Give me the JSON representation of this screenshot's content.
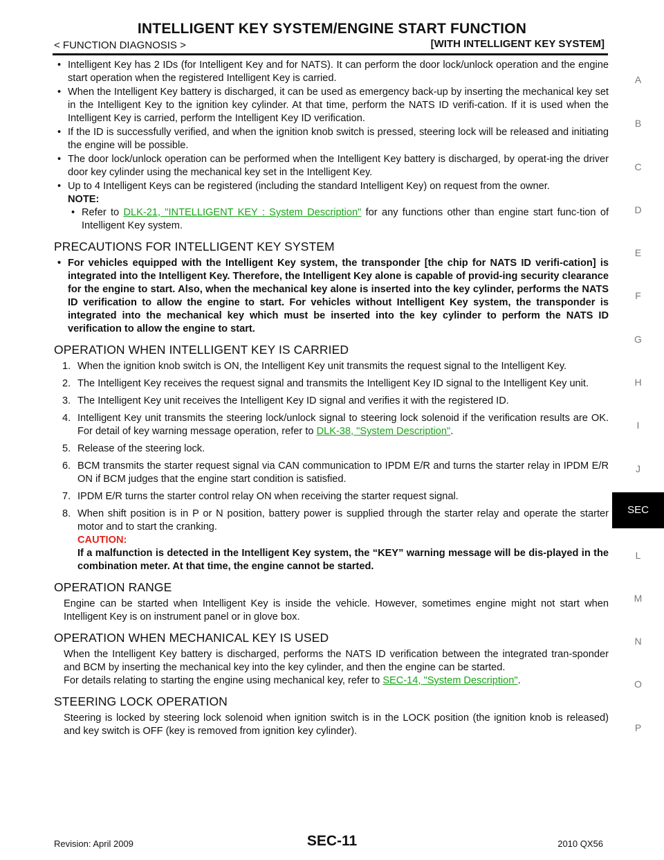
{
  "header": {
    "title": "INTELLIGENT KEY SYSTEM/ENGINE START FUNCTION",
    "left": "< FUNCTION DIAGNOSIS >",
    "right": "[WITH INTELLIGENT KEY SYSTEM]"
  },
  "side_index": {
    "letters": [
      "A",
      "B",
      "C",
      "D",
      "E",
      "F",
      "G",
      "H",
      "I",
      "J",
      "SEC",
      "L",
      "M",
      "N",
      "O",
      "P"
    ],
    "active": "SEC"
  },
  "intro": {
    "bullets": [
      "Intelligent Key has 2 IDs (for Intelligent Key and for NATS). It can perform the door lock/unlock operation and the engine start operation when the registered Intelligent Key is carried.",
      "When the Intelligent Key battery is discharged, it can be used as emergency back-up by inserting the mechanical key set in the Intelligent Key to the ignition key cylinder. At that time, perform the NATS ID verifi-cation. If it is used when the Intelligent Key is carried, perform the Intelligent Key ID verification.",
      "If the ID is successfully verified, and when the ignition knob switch is pressed, steering lock will be released and initiating the engine will be possible.",
      "The door lock/unlock operation can be performed when the Intelligent Key battery is discharged, by operat-ing the driver door key cylinder using the mechanical key set in the Intelligent Key.",
      "Up to 4 Intelligent Keys can be registered (including the standard Intelligent Key) on request from the owner."
    ],
    "note_label": "NOTE:",
    "note_prefix": "Refer to ",
    "note_link": "DLK-21, \"INTELLIGENT KEY : System Description\"",
    "note_suffix": " for any functions other than engine start func-tion of Intelligent Key system."
  },
  "precautions": {
    "heading": "PRECAUTIONS FOR INTELLIGENT KEY SYSTEM",
    "text": "For vehicles equipped with the Intelligent Key system, the transponder [the chip for NATS ID verifi-cation] is integrated into the Intelligent Key. Therefore, the Intelligent Key alone is capable of provid-ing security clearance for the engine to start. Also, when the mechanical key alone is inserted into the key cylinder, performs the NATS ID verification to allow the engine to start. For vehicles without Intelligent Key system, the transponder is integrated into the mechanical key which must be inserted into the key cylinder to perform the NATS ID verification to allow the engine to start."
  },
  "operation_carried": {
    "heading": "OPERATION WHEN INTELLIGENT KEY IS CARRIED",
    "steps": [
      {
        "num": "1.",
        "text": "When the ignition knob switch is ON, the Intelligent Key unit transmits the request signal to the Intelligent Key."
      },
      {
        "num": "2.",
        "text": "The Intelligent Key receives the request signal and transmits the Intelligent Key ID signal to the Intelligent Key unit."
      },
      {
        "num": "3.",
        "text": "The Intelligent Key unit receives the Intelligent Key ID signal and verifies it with the registered ID."
      },
      {
        "num": "4.",
        "text": "Intelligent Key unit transmits the steering lock/unlock signal to steering lock solenoid if the verification results are OK. For detail of key warning message operation, refer to ",
        "link": "DLK-38, \"System Description\"",
        "after": "."
      },
      {
        "num": "5.",
        "text": "Release of the steering lock."
      },
      {
        "num": "6.",
        "text": "BCM transmits the starter request signal via CAN communication to IPDM E/R and turns the starter relay in IPDM E/R ON if BCM judges that the engine start condition is satisfied."
      },
      {
        "num": "7.",
        "text": "IPDM E/R turns the starter control relay ON when receiving the starter request signal."
      },
      {
        "num": "8.",
        "text": "When shift position is in P or N position, battery power is supplied through the starter relay and operate the starter motor and to start the cranking.",
        "caution_label": "CAUTION:",
        "caution_text": "If a malfunction is detected in the Intelligent Key system, the “KEY” warning message will be dis-played in the combination meter. At that time, the engine cannot be started."
      }
    ]
  },
  "operation_range": {
    "heading": "OPERATION RANGE",
    "text": "Engine can be started when Intelligent Key is inside the vehicle. However, sometimes engine might not start when Intelligent Key is on instrument panel or in glove box."
  },
  "mechanical_key": {
    "heading": "OPERATION WHEN MECHANICAL KEY IS USED",
    "text": "When the Intelligent Key battery is discharged, performs the NATS ID verification between the integrated tran-sponder and BCM by inserting the mechanical key into the key cylinder, and then the engine can be started.",
    "text2_prefix": "For details relating to starting the engine using mechanical key, refer to ",
    "text2_link": "SEC-14, \"System Description\"",
    "text2_suffix": "."
  },
  "steering_lock": {
    "heading": "STEERING LOCK OPERATION",
    "text": "Steering is locked by steering lock solenoid when ignition switch is in the LOCK position (the ignition knob is released) and key switch is OFF (key is removed from ignition key cylinder)."
  },
  "footer": {
    "revision": "Revision: April 2009",
    "page": "SEC-11",
    "model": "2010 QX56"
  }
}
